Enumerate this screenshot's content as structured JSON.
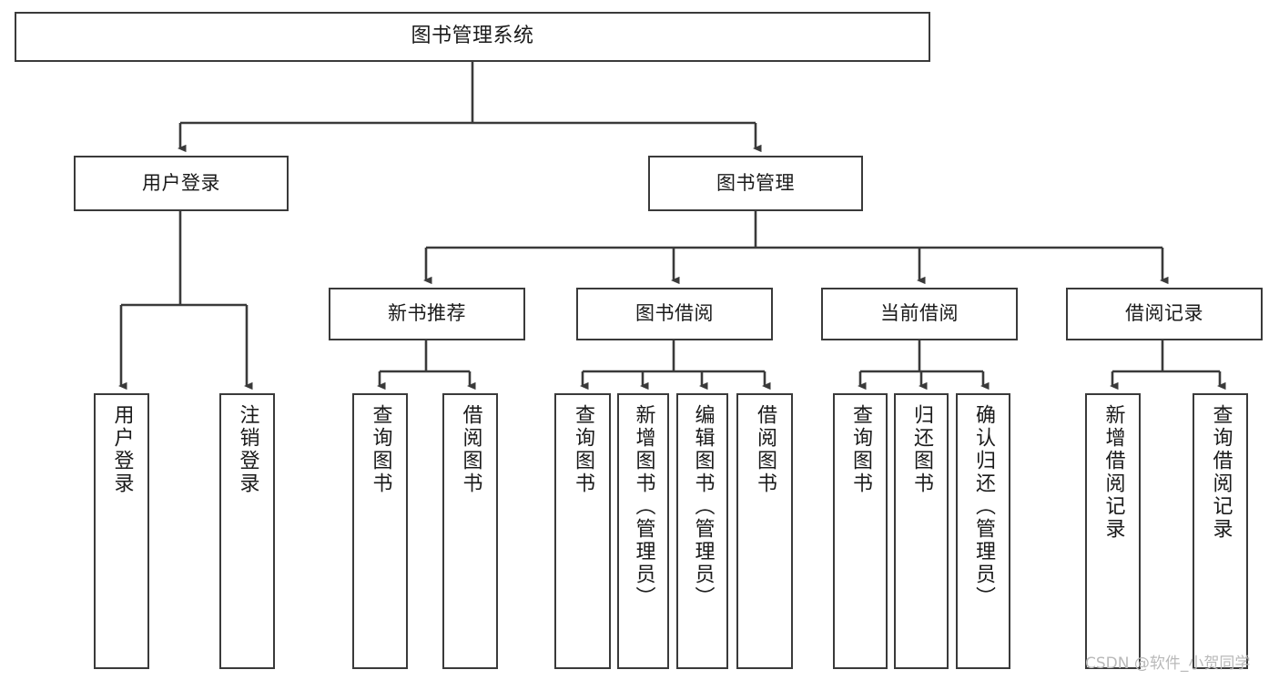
{
  "diagram": {
    "title": "图书管理系统",
    "type": "tree-hierarchy",
    "orientation": "top-down",
    "line_color": "#3a3a3a",
    "box_fill": "#ffffff",
    "text_color": "#1a1a1a",
    "nodes": {
      "root": {
        "label": "图书管理系统"
      },
      "level1": [
        {
          "label": "用户登录"
        },
        {
          "label": "图书管理"
        }
      ],
      "level2": [
        {
          "label": "新书推荐"
        },
        {
          "label": "图书借阅"
        },
        {
          "label": "当前借阅"
        },
        {
          "label": "借阅记录"
        }
      ],
      "leaves_user_login": [
        {
          "label": "用户登录"
        },
        {
          "label": "注销登录"
        }
      ],
      "leaves_new_book": [
        {
          "label": "查询图书"
        },
        {
          "label": "借阅图书"
        }
      ],
      "leaves_borrow": [
        {
          "label": "查询图书"
        },
        {
          "label": "新增图书（管理员）"
        },
        {
          "label": "编辑图书（管理员）"
        },
        {
          "label": "借阅图书"
        }
      ],
      "leaves_current": [
        {
          "label": "查询图书"
        },
        {
          "label": "归还图书"
        },
        {
          "label": "确认归还（管理员）"
        }
      ],
      "leaves_records": [
        {
          "label": "新增借阅记录"
        },
        {
          "label": "查询借阅记录"
        }
      ]
    }
  },
  "watermark": {
    "text": "CSDN @软件_小贺同学"
  }
}
